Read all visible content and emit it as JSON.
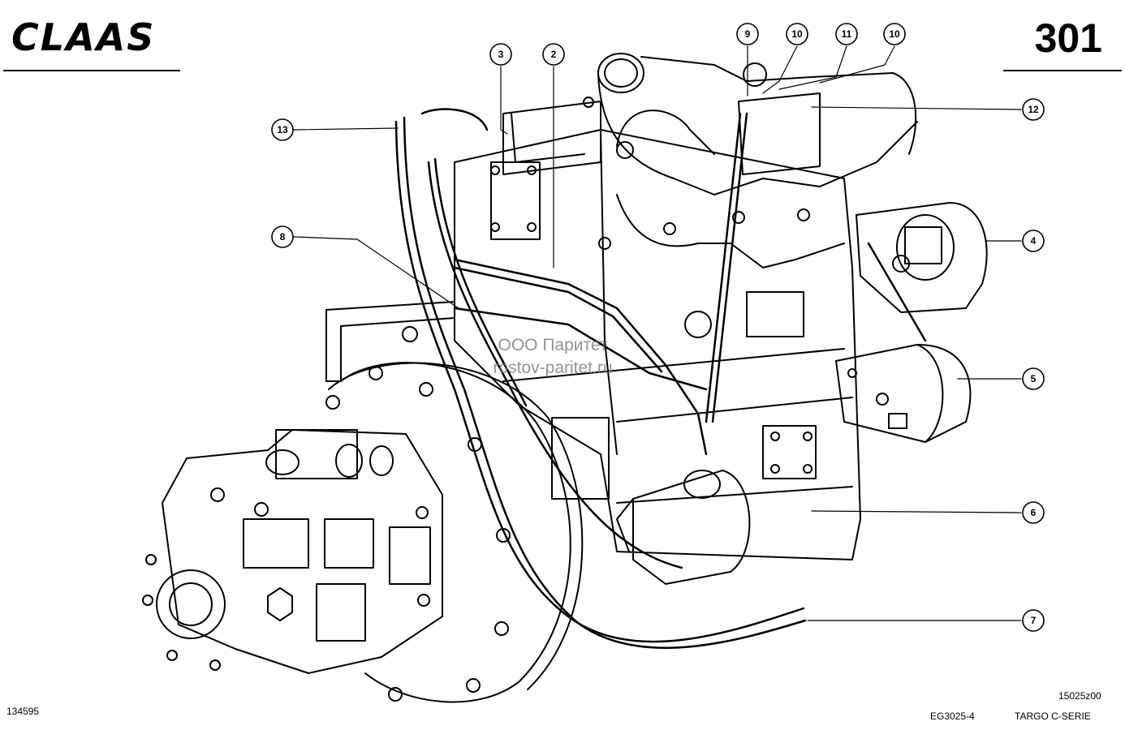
{
  "header": {
    "brand": "CLAAS",
    "page_number": "301"
  },
  "footer": {
    "image_id": "134595",
    "drawing_ref": "15025z00",
    "doc_code": "EG3025-4",
    "series": "TARGO C-SERIE"
  },
  "watermark": {
    "line1": "ООО Паритет",
    "line2": "rostov-paritet.ru"
  },
  "callouts": [
    {
      "label": "9"
    },
    {
      "label": "10"
    },
    {
      "label": "11"
    },
    {
      "label": "10"
    },
    {
      "label": "3"
    },
    {
      "label": "2"
    },
    {
      "label": "13"
    },
    {
      "label": "12"
    },
    {
      "label": "8"
    },
    {
      "label": "4"
    },
    {
      "label": "5"
    },
    {
      "label": "6"
    },
    {
      "label": "7"
    }
  ],
  "colors": {
    "ink": "#000000",
    "paper": "#ffffff",
    "watermark": "#7a7a7a"
  }
}
